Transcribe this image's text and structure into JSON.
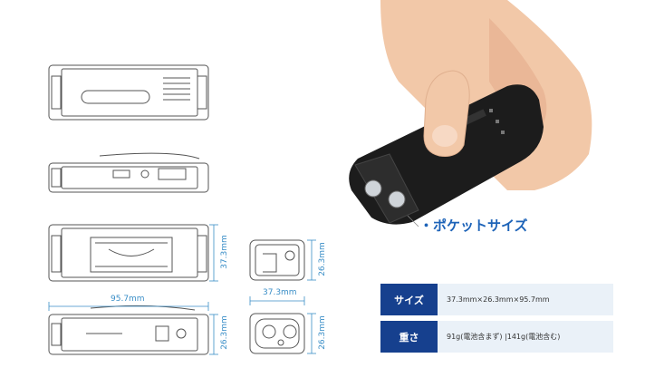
{
  "dimensions": {
    "side_height": "37.3mm",
    "end_height_top": "26.3mm",
    "end_width": "37.3mm",
    "length": "95.7mm",
    "bottom_height": "26.3mm",
    "end_height_bottom": "26.3mm"
  },
  "tag": {
    "text": "・ポケットサイズ"
  },
  "specs": [
    {
      "label": "サイズ",
      "value": "37.3mm×26.3mm×95.7mm"
    },
    {
      "label": "重さ",
      "value": "91g(電池含まず) |141g(電池含む)"
    }
  ],
  "colors": {
    "dim_line": "#3a8ec7",
    "tag_text": "#1d63b8",
    "label_bg": "#16408e",
    "value_bg": "#eaf1f8",
    "drawing_stroke": "#555555",
    "device_body": "#1c1c1c",
    "skin": "#f2c8a8"
  }
}
